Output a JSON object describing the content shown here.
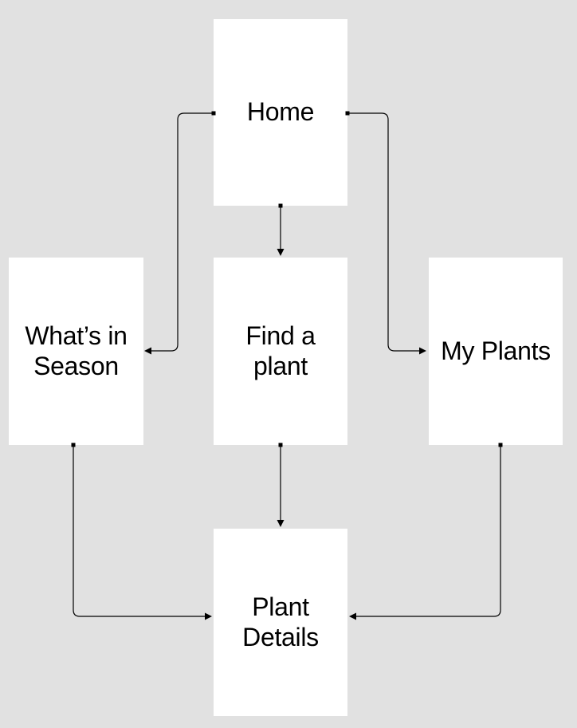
{
  "diagram": {
    "type": "prototype-flow",
    "nodes": [
      {
        "id": "home",
        "label": "Home"
      },
      {
        "id": "whats-in-season",
        "label": "What’s in Season"
      },
      {
        "id": "find-a-plant",
        "label": "Find a plant"
      },
      {
        "id": "my-plants",
        "label": "My Plants"
      },
      {
        "id": "plant-details",
        "label": "Plant Details"
      }
    ],
    "edges": [
      {
        "from": "Home",
        "to": "What’s in Season"
      },
      {
        "from": "Home",
        "to": "Find a plant"
      },
      {
        "from": "Home",
        "to": "My Plants"
      },
      {
        "from": "Find a plant",
        "to": "Plant Details"
      },
      {
        "from": "What’s in Season",
        "to": "Plant Details"
      },
      {
        "from": "My Plants",
        "to": "Plant Details"
      }
    ],
    "colors": {
      "canvas_background": "#e1e1e1",
      "node_fill": "#ffffff",
      "connector": "#000000",
      "text": "#000000"
    }
  }
}
